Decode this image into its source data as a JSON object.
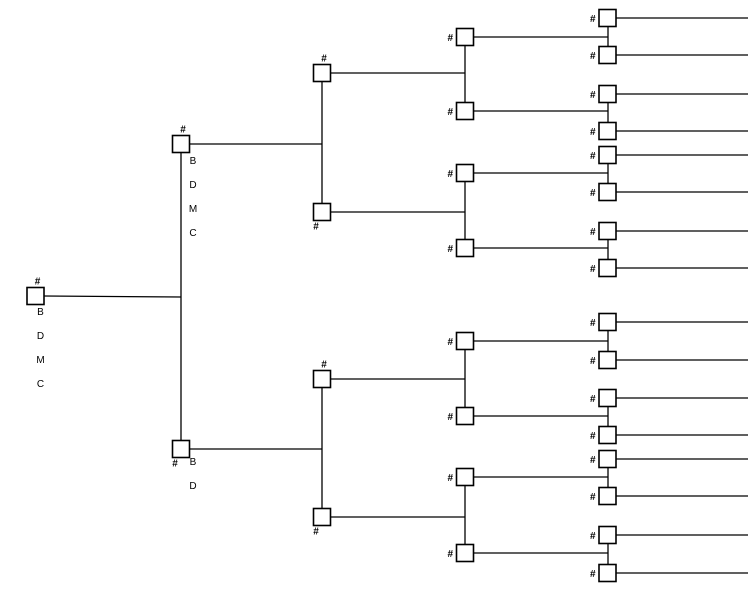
{
  "diagram": {
    "type": "bracket-tree",
    "node_marker": "#",
    "root": {
      "labels": [
        "B",
        "D",
        "M",
        "C"
      ],
      "children": [
        {
          "labels": [
            "B",
            "D",
            "M",
            "C"
          ],
          "children": [
            {
              "labels": [],
              "children": [
                {
                  "labels": [],
                  "children": [
                    {
                      "labels": []
                    },
                    {
                      "labels": []
                    }
                  ]
                },
                {
                  "labels": [],
                  "children": [
                    {
                      "labels": []
                    },
                    {
                      "labels": []
                    }
                  ]
                }
              ]
            },
            {
              "labels": [],
              "children": [
                {
                  "labels": [],
                  "children": [
                    {
                      "labels": []
                    },
                    {
                      "labels": []
                    }
                  ]
                },
                {
                  "labels": [],
                  "children": [
                    {
                      "labels": []
                    },
                    {
                      "labels": []
                    }
                  ]
                }
              ]
            }
          ]
        },
        {
          "labels": [
            "B",
            "D"
          ],
          "children": [
            {
              "labels": [],
              "children": [
                {
                  "labels": [],
                  "children": [
                    {
                      "labels": []
                    },
                    {
                      "labels": []
                    }
                  ]
                },
                {
                  "labels": [],
                  "children": [
                    {
                      "labels": []
                    },
                    {
                      "labels": []
                    }
                  ]
                }
              ]
            },
            {
              "labels": [],
              "children": [
                {
                  "labels": [],
                  "children": [
                    {
                      "labels": []
                    },
                    {
                      "labels": []
                    }
                  ]
                },
                {
                  "labels": [],
                  "children": [
                    {
                      "labels": []
                    },
                    {
                      "labels": []
                    }
                  ]
                }
              ]
            }
          ]
        }
      ]
    }
  }
}
